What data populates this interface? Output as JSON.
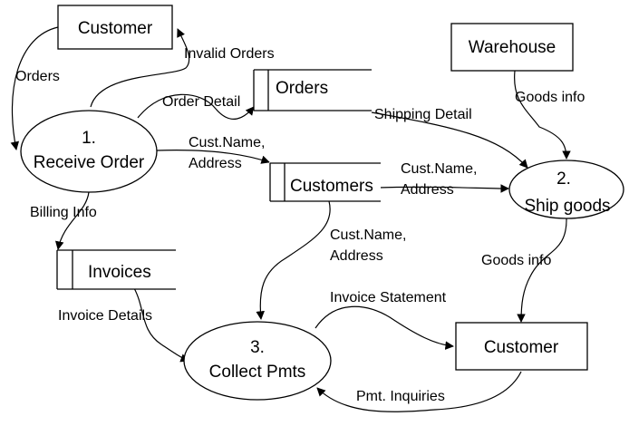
{
  "entities": {
    "customer_top": "Customer",
    "warehouse": "Warehouse",
    "customer_bottom": "Customer"
  },
  "processes": {
    "p1": {
      "number": "1.",
      "name": "Receive Order"
    },
    "p2": {
      "number": "2.",
      "name": "Ship goods"
    },
    "p3": {
      "number": "3.",
      "name": "Collect Pmts"
    }
  },
  "stores": {
    "orders": "Orders",
    "customers": "Customers",
    "invoices": "Invoices"
  },
  "flows": {
    "orders": "Orders",
    "invalid_orders": "Invalid Orders",
    "order_detail": "Order Detail",
    "shipping_detail": "Shipping Detail",
    "goods_info_top": "Goods info",
    "cust_name_1": "Cust.Name,",
    "address_1": "Address",
    "cust_name_2": "Cust.Name,",
    "address_2": "Address",
    "billing_info": "Billing Info",
    "cust_name_3": "Cust.Name,",
    "address_3": "Address",
    "goods_info_bottom": "Goods info",
    "invoice_statement": "Invoice Statement",
    "invoice_details": "Invoice Details",
    "pmt_inquiries": "Pmt. Inquiries"
  }
}
